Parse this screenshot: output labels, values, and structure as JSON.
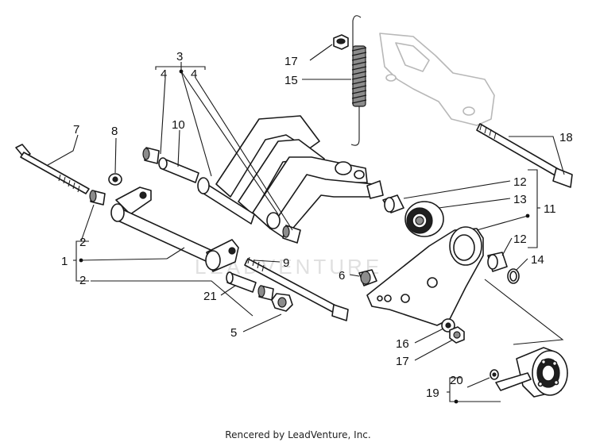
{
  "callouts": [
    "1",
    "2",
    "2",
    "3",
    "4",
    "4",
    "5",
    "6",
    "7",
    "8",
    "9",
    "10",
    "11",
    "12",
    "12",
    "13",
    "14",
    "15",
    "16",
    "17",
    "17",
    "18",
    "19",
    "20",
    "21"
  ],
  "watermark": "LEADVENTURE",
  "footer": "Rencered by LeadVenture, Inc.",
  "colors": {
    "line": "#1a1a1a",
    "ghost_part": "#b8b8b8",
    "watermark": "#c8c8c8"
  }
}
